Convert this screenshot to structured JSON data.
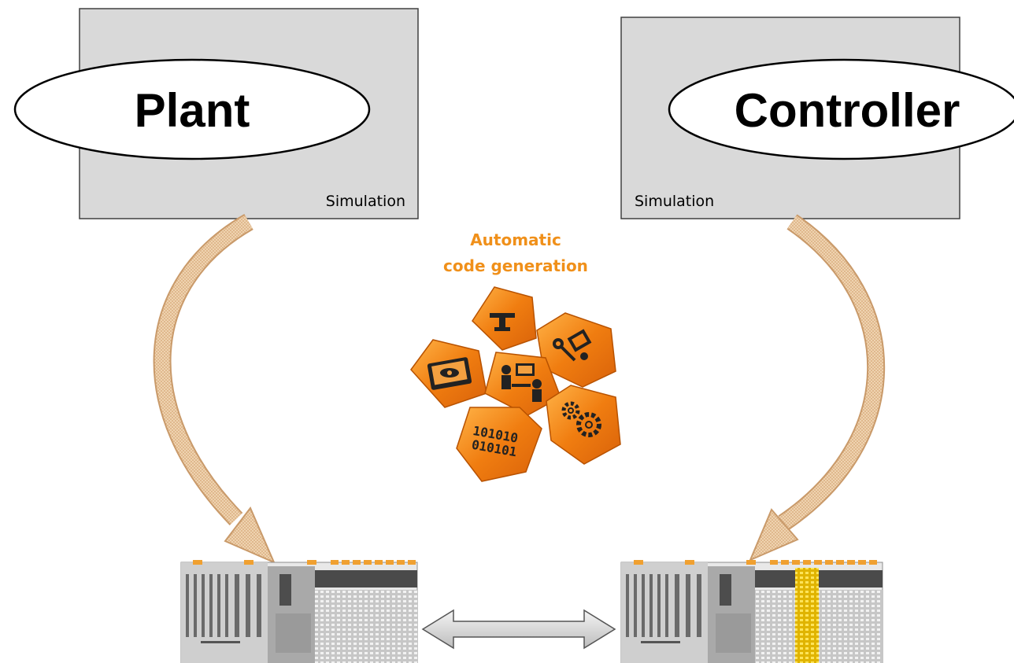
{
  "plant": {
    "title": "Plant",
    "footer": "Simulation"
  },
  "controller": {
    "title": "Controller",
    "footer": "Simulation"
  },
  "center": {
    "caption_line1": "Automatic",
    "caption_line2": "code generation"
  },
  "icons": [
    "monitor-eye-icon",
    "scale-icon",
    "tools-icon",
    "team-meeting-icon",
    "gears-icon",
    "binary-code-icon"
  ],
  "binary": {
    "line1": "101010",
    "line2": "010101"
  },
  "colors": {
    "panel": "#d9d9d9",
    "orange": "#f07d10",
    "caption": "#f0901a",
    "arrow": "#e8c39a",
    "highlight": "#f5d11a"
  }
}
